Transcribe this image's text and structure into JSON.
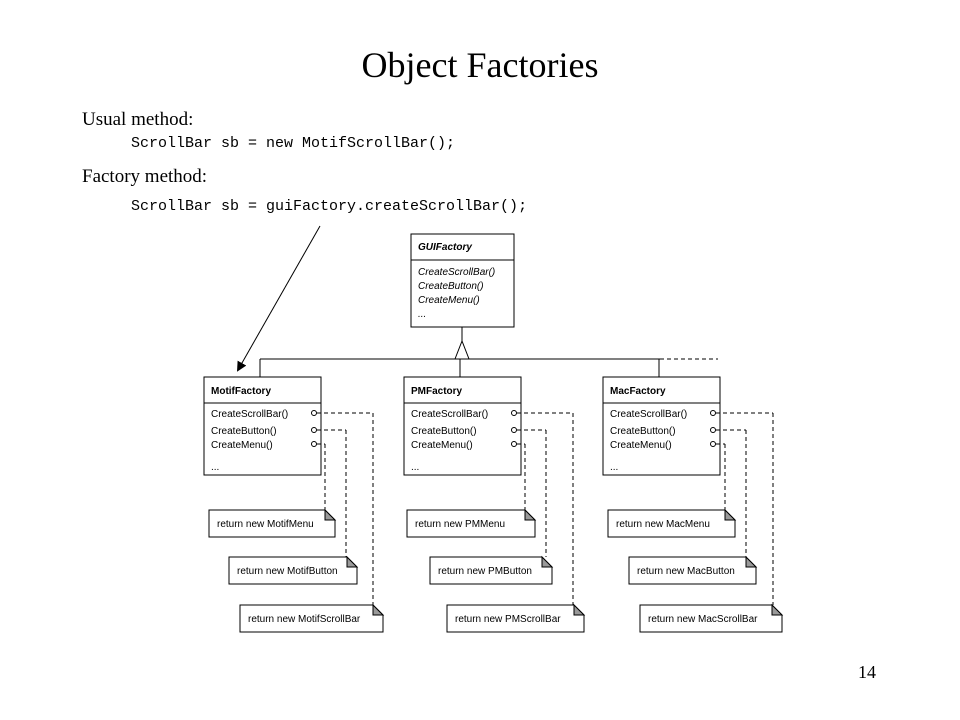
{
  "slide": {
    "title": "Object Factories",
    "usual_label": "Usual method:",
    "usual_code": "ScrollBar sb = new MotifScrollBar();",
    "factory_label": "Factory method:",
    "factory_code": "ScrollBar sb = guiFactory.createScrollBar();",
    "page_number": "14"
  },
  "diagram": {
    "abstract": {
      "name": "GUIFactory",
      "methods": [
        "CreateScrollBar()",
        "CreateButton()",
        "CreateMenu()",
        "..."
      ]
    },
    "concrete": [
      {
        "name": "MotifFactory",
        "methods": [
          "CreateScrollBar()",
          "CreateButton()",
          "CreateMenu()",
          "..."
        ],
        "notes": [
          "return new MotifMenu",
          "return new MotifButton",
          "return new MotifScrollBar"
        ]
      },
      {
        "name": "PMFactory",
        "methods": [
          "CreateScrollBar()",
          "CreateButton()",
          "CreateMenu()",
          "..."
        ],
        "notes": [
          "return new PMMenu",
          "return new PMButton",
          "return new PMScrollBar"
        ]
      },
      {
        "name": "MacFactory",
        "methods": [
          "CreateScrollBar()",
          "CreateButton()",
          "CreateMenu()",
          "..."
        ],
        "notes": [
          "return new MacMenu",
          "return new MacButton",
          "return new MacScrollBar"
        ]
      }
    ]
  }
}
